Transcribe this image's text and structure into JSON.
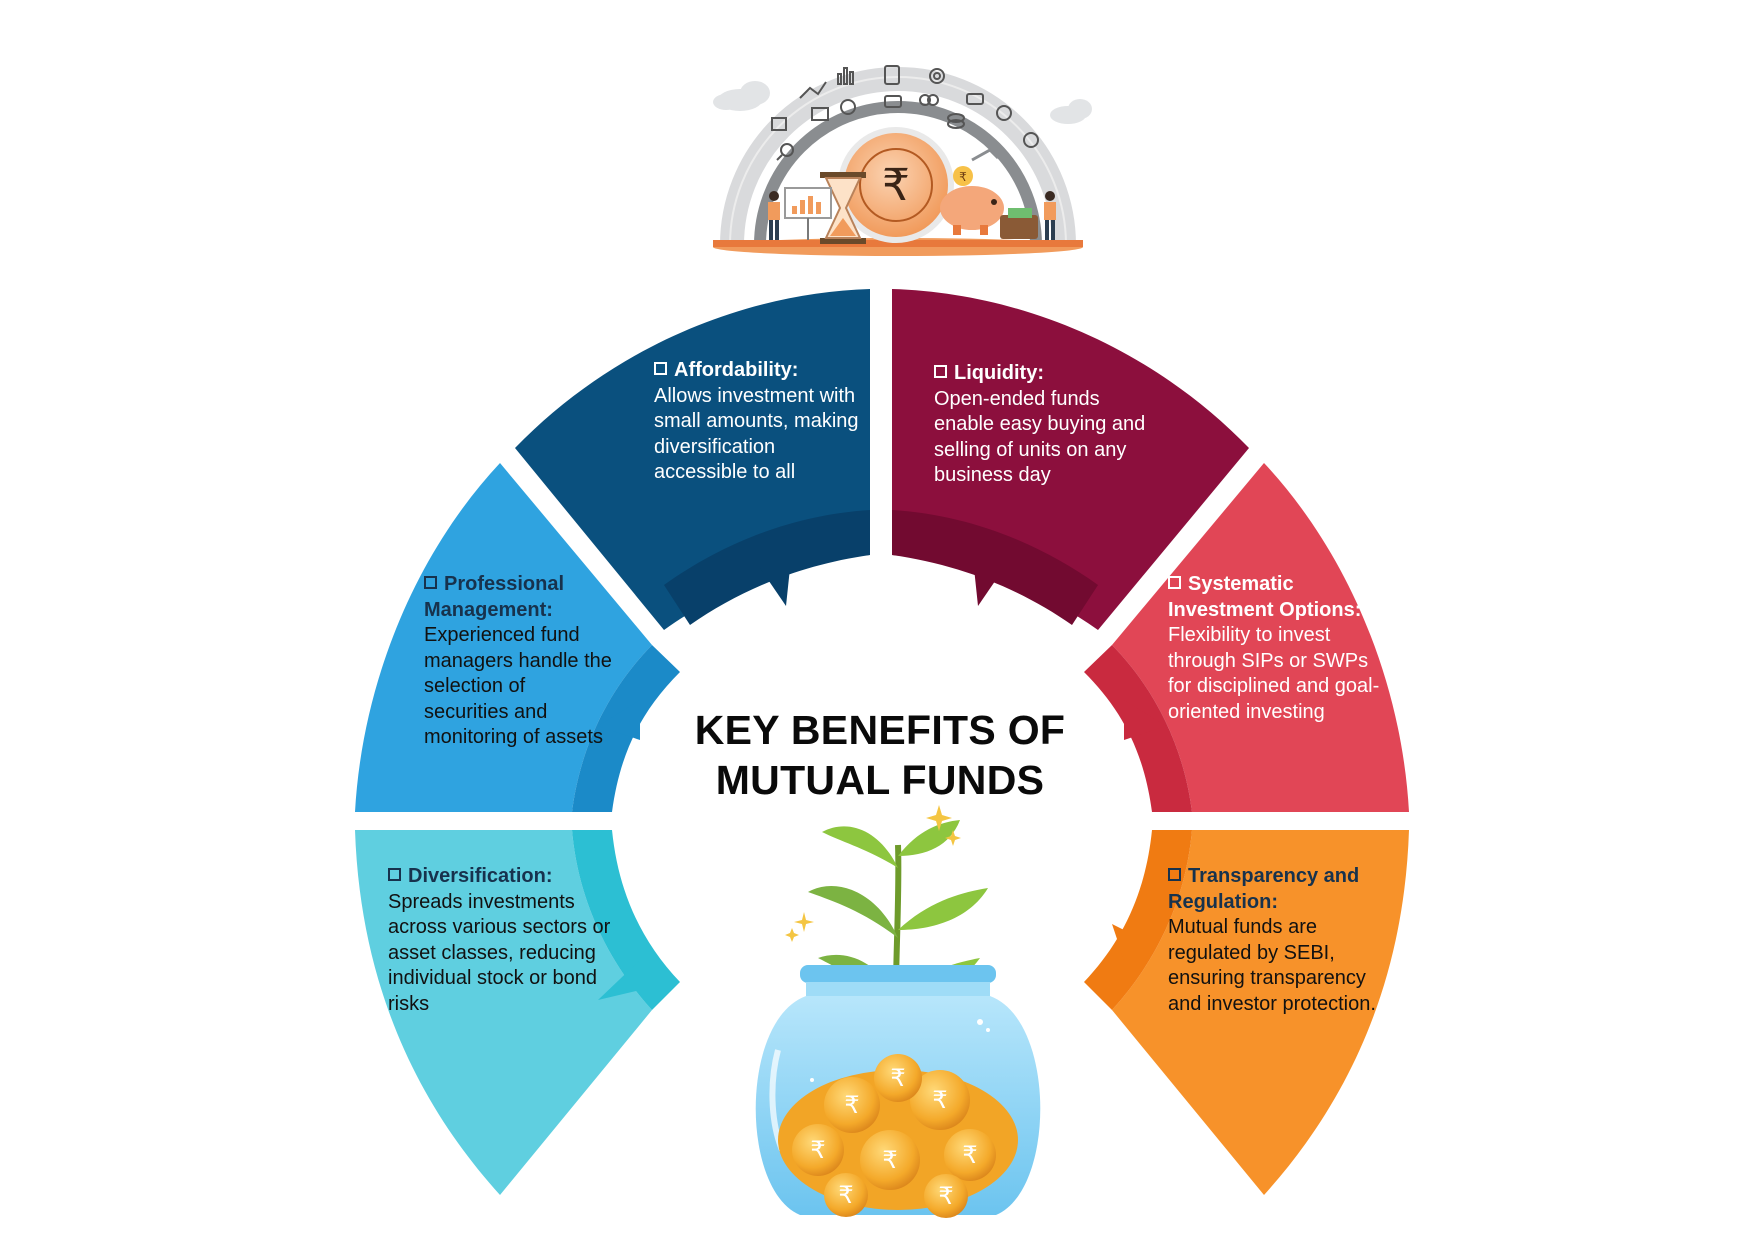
{
  "title": {
    "line1": "KEY BENEFITS OF",
    "line2": "MUTUAL FUNDS"
  },
  "segments": [
    {
      "id": "affordability",
      "heading": "Affordability:",
      "lines": [
        "Allows investment with",
        "small amounts, making",
        "diversification",
        "accessible to all"
      ],
      "color": "#0d4e7c"
    },
    {
      "id": "liquidity",
      "heading": "Liquidity:",
      "lines": [
        "Open-ended funds",
        "enable easy buying and",
        "selling of units on any",
        "business day"
      ],
      "color": "#8e1039"
    },
    {
      "id": "professional-management",
      "heading_lines": [
        "Professional",
        "Management:"
      ],
      "lines": [
        "Experienced fund",
        "managers handle the",
        "selection of",
        "securities and",
        "monitoring of assets"
      ],
      "color": "#2f9fde"
    },
    {
      "id": "systematic-investment",
      "heading_lines": [
        "Systematic",
        "Investment Options:"
      ],
      "lines": [
        "Flexibility to invest",
        "through SIPs or SWPs",
        "for disciplined and goal-",
        "oriented investing"
      ],
      "color": "#e0394c"
    },
    {
      "id": "diversification",
      "heading": "Diversification:",
      "lines": [
        "Spreads investments",
        "across various sectors or",
        "asset classes, reducing",
        "individual stock or bond",
        "risks"
      ],
      "color": "#52cadb"
    },
    {
      "id": "transparency",
      "heading_lines": [
        "Transparency and",
        "Regulation:"
      ],
      "lines": [
        "Mutual funds are",
        "regulated by SEBI,",
        "ensuring transparency",
        "and investor protection."
      ],
      "color": "#f58a1f"
    }
  ],
  "icons": [
    "rupee-coin-icon",
    "hourglass-icon",
    "piggy-bank-icon",
    "wallet-icon",
    "growth-chart-icon",
    "cloud-icon",
    "money-jar-icon",
    "sapling-icon",
    "sparkle-icon"
  ]
}
